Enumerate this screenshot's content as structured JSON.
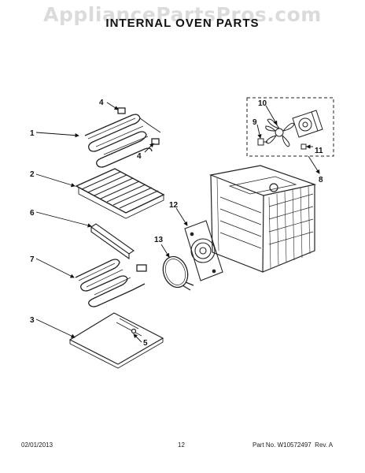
{
  "watermark": "AppliancePartsPros.com",
  "title": "INTERNAL OVEN PARTS",
  "callouts": {
    "c1": "1",
    "c2": "2",
    "c3": "3",
    "c4a": "4",
    "c4b": "4",
    "c5": "5",
    "c6": "6",
    "c7": "7",
    "c8": "8",
    "c9": "9",
    "c10": "10",
    "c11": "11",
    "c12": "12",
    "c13": "13"
  },
  "footer": {
    "date": "02/01/2013",
    "page": "12",
    "part_no": "Part No. W10572497",
    "rev": "Rev. A"
  }
}
